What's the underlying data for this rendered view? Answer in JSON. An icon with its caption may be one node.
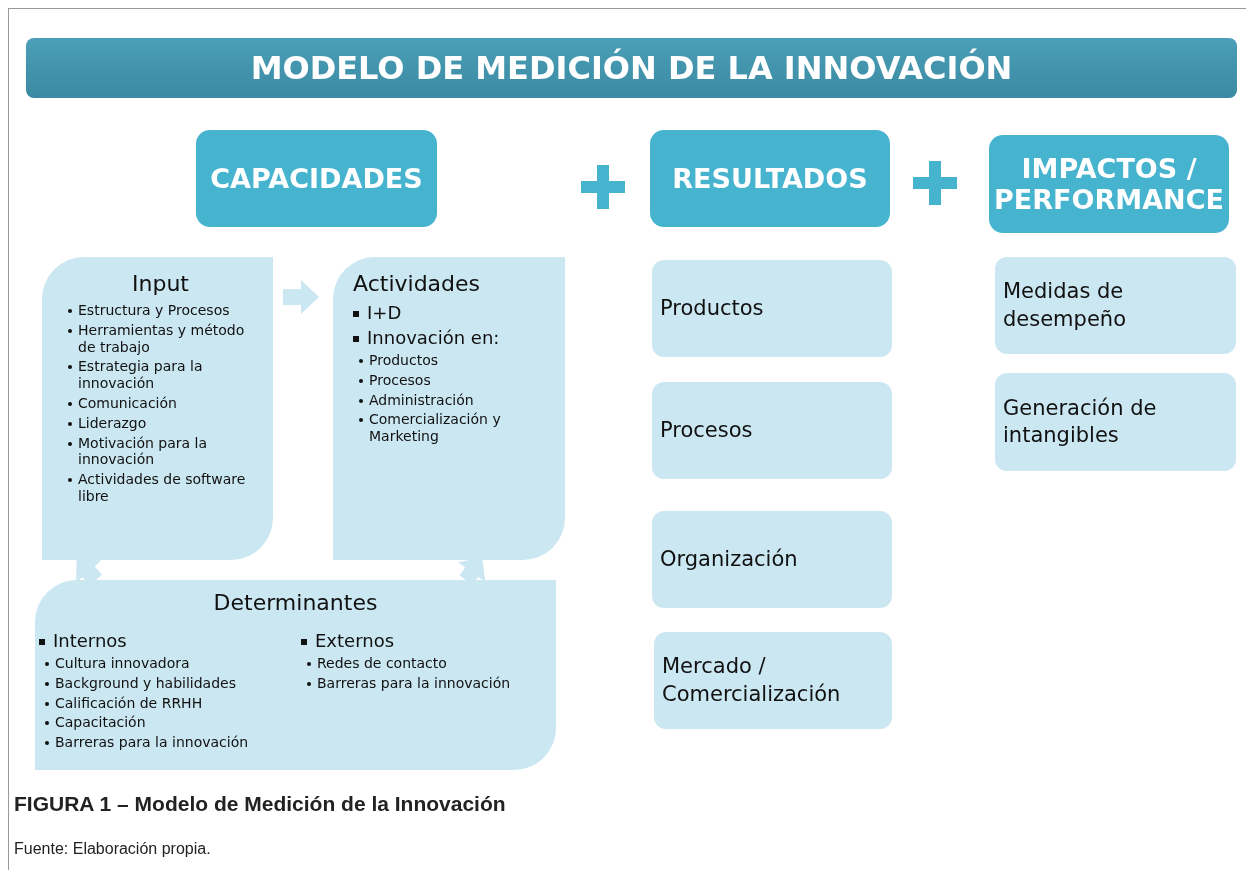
{
  "diagram": {
    "title": "MODELO DE MEDICIÓN DE LA INNOVACIÓN",
    "caption": "FIGURA 1 – Modelo de Medición de la Innovación",
    "nodes": [
      {
        "text": [
          "CAPACIDADES"
        ]
      },
      {
        "text": [
          "RESULTADOS"
        ]
      },
      {
        "text": [
          "IMPACTOS / PERFORMANCE"
        ]
      },
      {
        "text": [
          "Input",
          "Estructura y Procesos",
          "Herramientas y método de trabajo",
          "Estrategia para la innovación",
          "Comunicación",
          "Liderazgo",
          "Motivación para la innovación",
          "Actividades de software libre"
        ]
      },
      {
        "text": [
          "Actividades",
          "I+D",
          "Innovación en:",
          "Productos",
          "Procesos",
          "Administración",
          "Comercialización y Marketing"
        ]
      },
      {
        "text": [
          "Determinantes",
          "Internos",
          "Cultura innovadora",
          "Background y habilidades",
          "Calificación de RRHH",
          "Capacitación",
          "Barreras para la innovación",
          "Externos",
          "Redes de contacto",
          "Barreras para la innovación"
        ]
      },
      {
        "text": [
          "Productos"
        ]
      },
      {
        "text": [
          "Procesos"
        ]
      },
      {
        "text": [
          "Organización"
        ]
      },
      {
        "text": [
          "Mercado / Comercialización"
        ]
      },
      {
        "text": [
          "Medidas de desempeño"
        ]
      },
      {
        "text": [
          "Generación de intangibles"
        ]
      }
    ],
    "edges": [
      {
        "from": 3,
        "to": 4,
        "arrow": "to"
      },
      {
        "from": 5,
        "to": 3,
        "arrow": "to"
      },
      {
        "from": 5,
        "to": 4,
        "arrow": "to"
      }
    ],
    "labels": [
      "Fuente: Elaboración propia."
    ]
  }
}
